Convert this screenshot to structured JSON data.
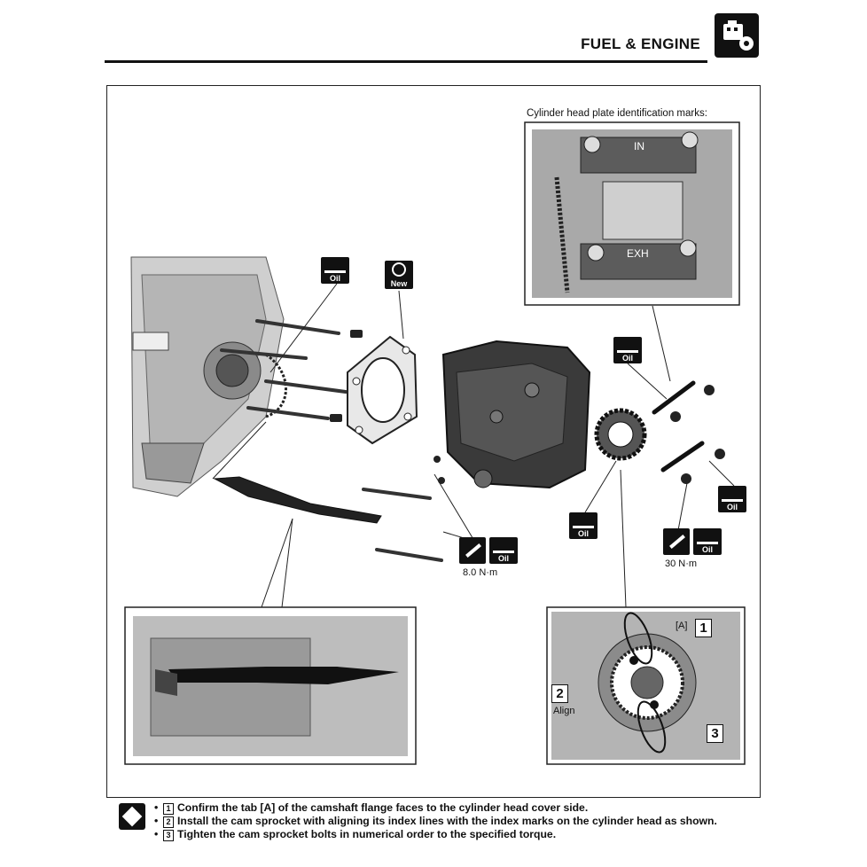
{
  "header": {
    "title": "FUEL & ENGINE",
    "section_icon": "engine-section-icon"
  },
  "inset_top": {
    "caption": "Cylinder head plate identification marks:",
    "mark_in": "IN",
    "mark_exh": "EXH"
  },
  "badges": {
    "oil": "Oil",
    "new": "New"
  },
  "torques": {
    "cam_bolt": "8.0 N·m",
    "plate_nut": "30 N·m"
  },
  "inset_bottom_right": {
    "tab_label": "[A]",
    "num_1": "1",
    "num_2": "2",
    "num_3": "3",
    "align_label": "Align"
  },
  "notes": [
    {
      "num": "1",
      "text": "Confirm the tab [A] of the camshaft flange faces to the cylinder head cover side."
    },
    {
      "num": "2",
      "text": "Install the cam sprocket with aligning its index lines with the index marks on the cylinder head as shown."
    },
    {
      "num": "3",
      "text": "Tighten the cam sprocket bolts in numerical order to the specified torque."
    }
  ]
}
